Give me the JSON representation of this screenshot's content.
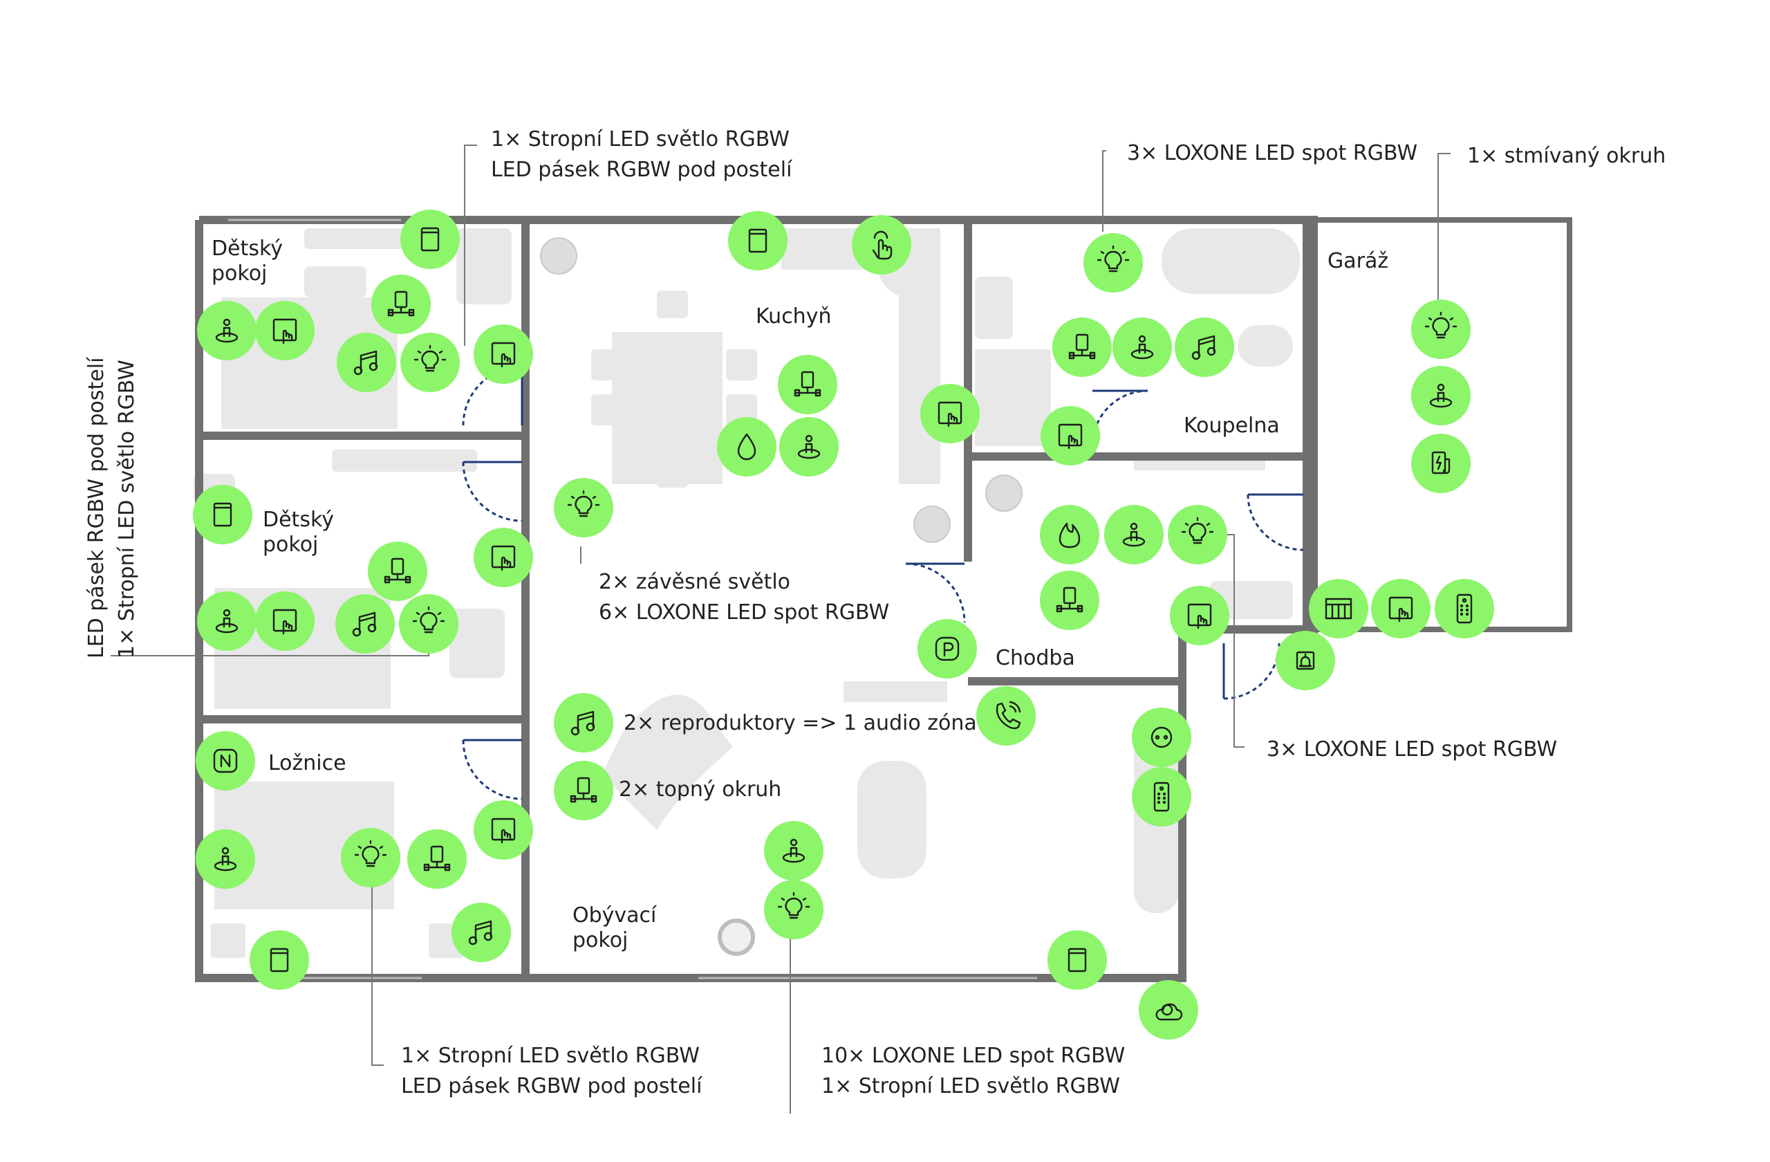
{
  "rooms": {
    "detsky1": "Dětský\npokoj",
    "detsky2": "Dětský\npokoj",
    "loznice": "Ložnice",
    "kuchyn": "Kuchyň",
    "koupelna": "Koupelna",
    "garaz": "Garáž",
    "chodba": "Chodba",
    "obyvaci": "Obývací\npokoj"
  },
  "notes": {
    "top_child": [
      "1× Stropní LED světlo RGBW",
      "LED pásek RGBW pod postelí"
    ],
    "side_child": [
      "LED pásek RGBW pod postelí",
      "1× Stropní LED světlo RGBW"
    ],
    "bottom_bedroom": [
      "1× Stropní LED světlo RGBW",
      "LED pásek RGBW pod postelí"
    ],
    "bottom_living": [
      "10× LOXONE LED spot RGBW",
      "1× Stropní LED světlo RGBW"
    ],
    "bathroom": "3× LOXONE LED spot RGBW",
    "garage": "1× stmívaný okruh",
    "hallway": "3× LOXONE LED spot RGBW",
    "kitchen": [
      "2× závěsné světlo",
      "6× LOXONE LED spot RGBW"
    ],
    "audio": "2× reproduktory => 1 audio zóna",
    "heating": "2× topný okruh"
  },
  "colors": {
    "device": "#8cf56a",
    "wall": "#707070",
    "furniture": "#e8e8e8",
    "door": "#1f3a7a"
  },
  "devices": [
    {
      "id": "d1",
      "icon": "window-contact-icon"
    },
    {
      "id": "d2",
      "icon": "presence-sensor-icon"
    },
    {
      "id": "d3",
      "icon": "touch-switch-icon"
    },
    {
      "id": "d4",
      "icon": "heating-valve-icon"
    },
    {
      "id": "d5",
      "icon": "music-icon"
    },
    {
      "id": "d6",
      "icon": "light-bulb-icon"
    },
    {
      "id": "d7",
      "icon": "touch-switch-icon"
    },
    {
      "id": "d8",
      "icon": "window-contact-icon"
    },
    {
      "id": "d9",
      "icon": "touch-switch-icon"
    },
    {
      "id": "d10",
      "icon": "presence-sensor-icon"
    },
    {
      "id": "d11",
      "icon": "touch-switch-icon"
    },
    {
      "id": "d12",
      "icon": "heating-valve-icon"
    },
    {
      "id": "d13",
      "icon": "music-icon"
    },
    {
      "id": "d14",
      "icon": "light-bulb-icon"
    },
    {
      "id": "d15",
      "icon": "nfc-icon"
    },
    {
      "id": "d16",
      "icon": "presence-sensor-icon"
    },
    {
      "id": "d17",
      "icon": "light-bulb-icon"
    },
    {
      "id": "d18",
      "icon": "heating-valve-icon"
    },
    {
      "id": "d19",
      "icon": "touch-switch-icon"
    },
    {
      "id": "d20",
      "icon": "music-icon"
    },
    {
      "id": "d21",
      "icon": "window-contact-icon"
    },
    {
      "id": "d22",
      "icon": "window-contact-icon"
    },
    {
      "id": "d23",
      "icon": "touch-pointer-icon"
    },
    {
      "id": "d24",
      "icon": "heating-valve-icon"
    },
    {
      "id": "d25",
      "icon": "water-drop-icon"
    },
    {
      "id": "d26",
      "icon": "presence-sensor-icon"
    },
    {
      "id": "d27",
      "icon": "touch-switch-icon"
    },
    {
      "id": "d28",
      "icon": "light-bulb-icon"
    },
    {
      "id": "d29",
      "icon": "music-icon"
    },
    {
      "id": "d30",
      "icon": "heating-valve-icon"
    },
    {
      "id": "d31",
      "icon": "presence-sensor-icon"
    },
    {
      "id": "d32",
      "icon": "light-bulb-icon"
    },
    {
      "id": "d33",
      "icon": "window-contact-icon"
    },
    {
      "id": "d34",
      "icon": "light-bulb-icon"
    },
    {
      "id": "d35",
      "icon": "heating-valve-icon"
    },
    {
      "id": "d36",
      "icon": "presence-sensor-icon"
    },
    {
      "id": "d37",
      "icon": "music-icon"
    },
    {
      "id": "d38",
      "icon": "touch-switch-icon"
    },
    {
      "id": "d39",
      "icon": "light-bulb-icon"
    },
    {
      "id": "d40",
      "icon": "presence-sensor-icon"
    },
    {
      "id": "d41",
      "icon": "wallbox-charger-icon"
    },
    {
      "id": "d42",
      "icon": "fire-icon"
    },
    {
      "id": "d43",
      "icon": "presence-sensor-icon"
    },
    {
      "id": "d44",
      "icon": "light-bulb-icon"
    },
    {
      "id": "d45",
      "icon": "heating-valve-icon"
    },
    {
      "id": "d46",
      "icon": "touch-switch-icon"
    },
    {
      "id": "d47",
      "icon": "alarm-siren-icon"
    },
    {
      "id": "d48",
      "icon": "garage-gate-icon"
    },
    {
      "id": "d49",
      "icon": "touch-switch-icon"
    },
    {
      "id": "d50",
      "icon": "remote-control-icon"
    },
    {
      "id": "d51",
      "icon": "parking-icon"
    },
    {
      "id": "d52",
      "icon": "intercom-phone-icon"
    },
    {
      "id": "d53",
      "icon": "doorbell-icon"
    },
    {
      "id": "d54",
      "icon": "remote-control-icon"
    },
    {
      "id": "d55",
      "icon": "weather-station-icon"
    }
  ]
}
